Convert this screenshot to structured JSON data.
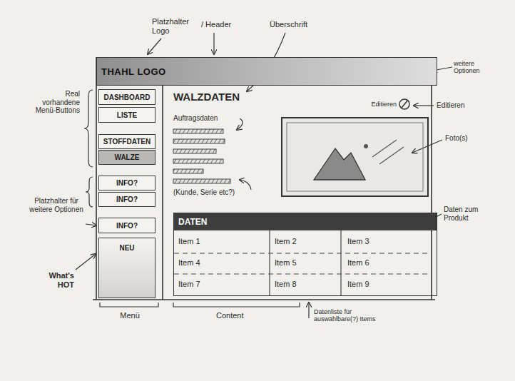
{
  "diagram": {
    "nodes": [
      {
        "text": [
          "THAHL LOGO"
        ]
      },
      {
        "text": [
          "DASHBOARD"
        ]
      },
      {
        "text": [
          "LISTE"
        ]
      },
      {
        "text": [
          "STOFFDATEN"
        ]
      },
      {
        "text": [
          "WALZE"
        ]
      },
      {
        "text": [
          "INFO?"
        ]
      },
      {
        "text": [
          "INFO?"
        ]
      },
      {
        "text": [
          "INFO?"
        ]
      },
      {
        "text": [
          "NEU"
        ]
      },
      {
        "text": [
          "DATEN"
        ]
      }
    ],
    "labels": [
      "Platzhalter Logo",
      "/ Header",
      "Überschrift",
      "weitere Optionen",
      "Real vorhandene Menü-Buttons",
      "WALZDATEN",
      "Editieren",
      "Editieren",
      "Auftragsdaten",
      "Foto(s)",
      "(Kunde, Serie etc?)",
      "Platzhalter für weitere Optionen",
      "Daten zum Produkt",
      "Item 1",
      "Item 2",
      "Item 3",
      "Item 4",
      "Item 5",
      "Item 6",
      "Item 7",
      "Item 8",
      "Item 9",
      "What's HOT",
      "Menü",
      "Content",
      "Datenliste für auswählbare(?) Items"
    ]
  }
}
